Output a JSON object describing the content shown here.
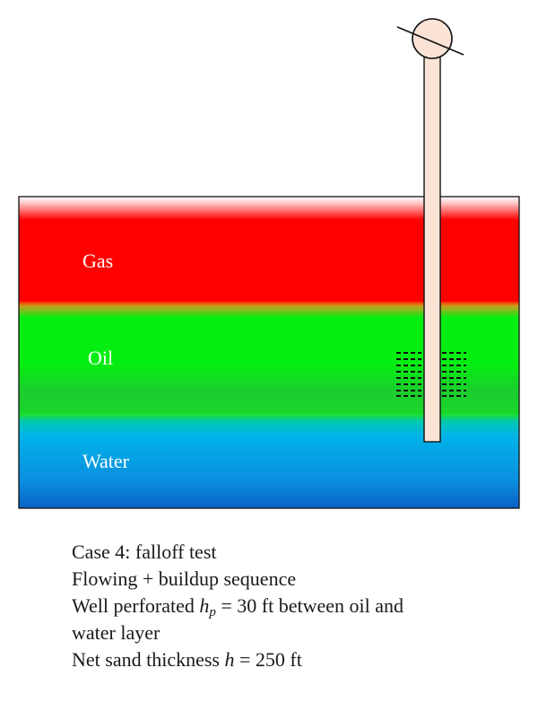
{
  "layers": {
    "gas": "Gas",
    "oil": "Oil",
    "water": "Water"
  },
  "caption": {
    "line1": "Case 4: falloff test",
    "line2": "Flowing + buildup sequence",
    "line3_pre": "Well perforated ",
    "line3_var": "h",
    "line3_sub": "p",
    "line3_post": " = 30 ft between oil and",
    "line4": "water layer",
    "line5_pre": "Net sand thickness ",
    "line5_var": "h",
    "line5_post": " = 250 ft"
  },
  "colors": {
    "gas": "#ff0000",
    "oil": "#05ee12",
    "water": "#0a8fe0",
    "well": "#fbe4d6"
  }
}
